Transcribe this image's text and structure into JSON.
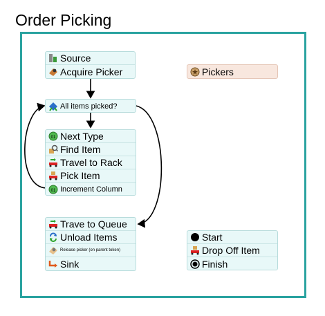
{
  "title": "Order Picking",
  "colors": {
    "frame": "#2aa3a0",
    "block_bg": "#e8f8f8",
    "resource_bg": "#f8e7de"
  },
  "start_block": [
    {
      "label": "Source",
      "icon": "source-icon"
    },
    {
      "label": "Acquire Picker",
      "icon": "acquire-icon"
    }
  ],
  "decide_block": [
    {
      "label": "All items picked?",
      "icon": "decide-icon"
    }
  ],
  "loop_block": [
    {
      "label": "Next Type",
      "icon": "assign-label-icon"
    },
    {
      "label": "Find Item",
      "icon": "find-icon"
    },
    {
      "label": "Travel to Rack",
      "icon": "travel-icon"
    },
    {
      "label": "Pick Item",
      "icon": "load-icon"
    },
    {
      "label": "Increment Column",
      "icon": "assign-label-icon"
    }
  ],
  "end_block": [
    {
      "label": "Trave to Queue",
      "icon": "travel-icon"
    },
    {
      "label": "Unload Items",
      "icon": "unload-icon"
    },
    {
      "label": "Release picker (on parent token)",
      "icon": "release-icon"
    },
    {
      "label": "Sink",
      "icon": "sink-icon"
    }
  ],
  "resource_block": [
    {
      "label": "Pickers",
      "icon": "resource-icon"
    }
  ],
  "legend_block": [
    {
      "label": "Start",
      "icon": "start-icon"
    },
    {
      "label": "Drop Off Item",
      "icon": "load-icon"
    },
    {
      "label": "Finish",
      "icon": "finish-icon"
    }
  ]
}
